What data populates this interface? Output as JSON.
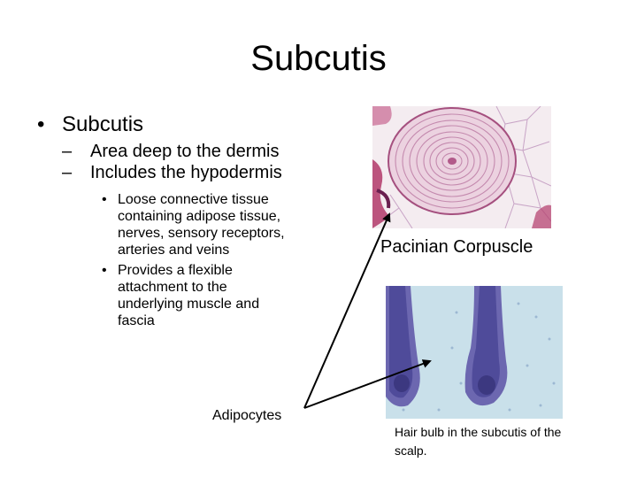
{
  "slide": {
    "title": "Subcutis",
    "bullets": {
      "main": "Subcutis",
      "sub1": "Area deep to the dermis",
      "sub2": "Includes the hypodermis",
      "detail1": "Loose connective tissue containing adipose tissue, nerves, sensory receptors, arteries and veins",
      "detail2": "Provides a flexible attachment to the underlying muscle and fascia"
    },
    "bullet_marks": {
      "round": "•",
      "dash": "–"
    },
    "adipocytes_label": "Adipocytes",
    "pacinian_label": "Pacinian Corpuscle",
    "hair_caption": "Hair bulb in the subcutis of the scalp."
  },
  "colors": {
    "pacinian_stain": "#e7bdd4",
    "pacinian_vessel": "#b23a6a",
    "hair_background": "#c9e0ea",
    "hair_follicle": "#4f4b9a",
    "arrow": "#000000"
  }
}
